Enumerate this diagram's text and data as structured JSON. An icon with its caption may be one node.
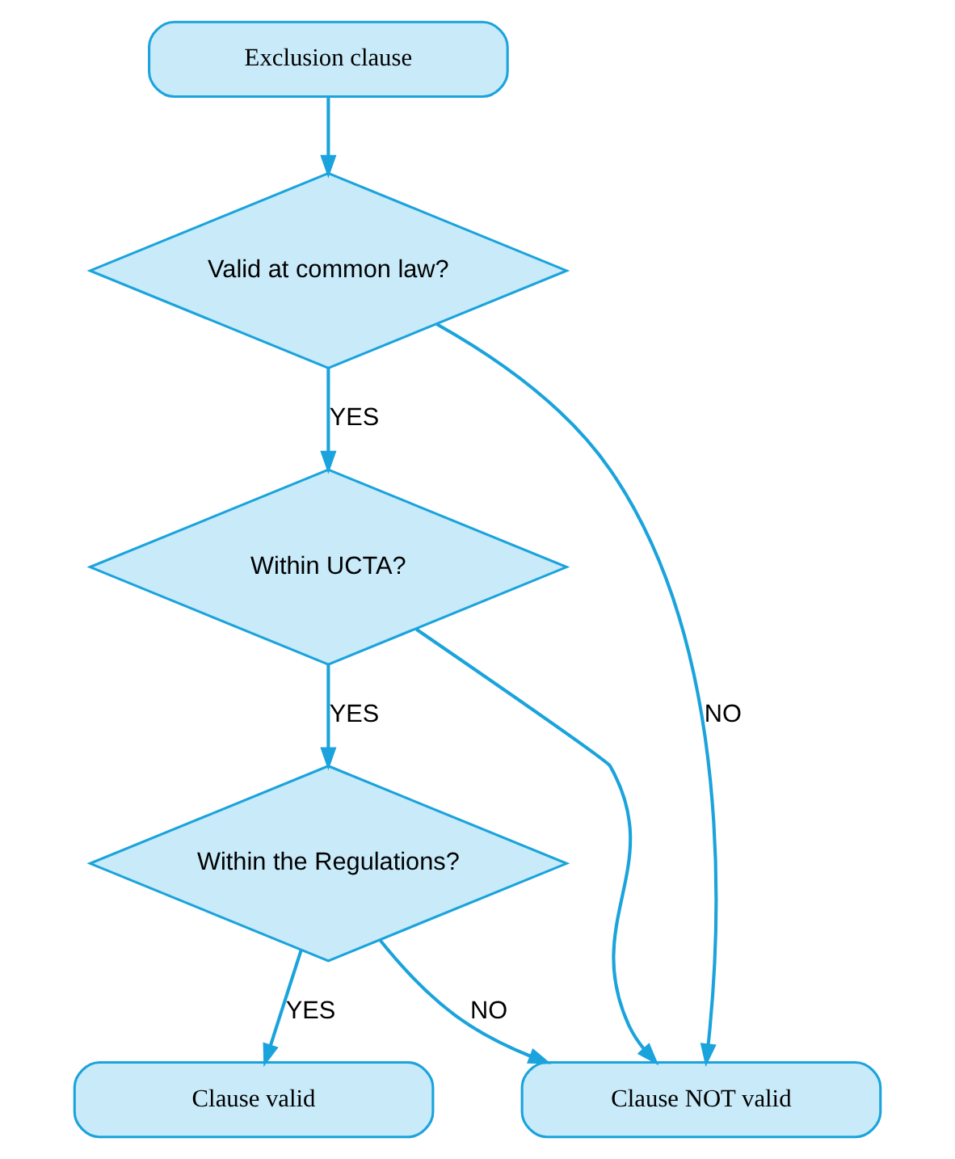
{
  "diagram": {
    "nodes": [
      {
        "text": [
          "Exclusion clause"
        ]
      },
      {
        "text": [
          "Valid at common law?"
        ]
      },
      {
        "text": [
          "Within UCTA?"
        ]
      },
      {
        "text": [
          "Within the Regulations?"
        ]
      },
      {
        "text": [
          "Clause valid"
        ]
      },
      {
        "text": [
          "Clause NOT valid"
        ]
      }
    ],
    "edges": [
      {
        "from": 0,
        "to": 1,
        "arrow": "to"
      },
      {
        "from": 1,
        "to": 2,
        "label": "YES",
        "arrow": "to"
      },
      {
        "from": 2,
        "to": 3,
        "label": "YES",
        "arrow": "to"
      },
      {
        "from": 3,
        "to": 4,
        "label": "YES",
        "arrow": "to"
      },
      {
        "from": 3,
        "to": 5,
        "label": "NO",
        "arrow": "to"
      },
      {
        "from": 1,
        "to": 5,
        "label": "NO",
        "arrow": "to"
      },
      {
        "from": 2,
        "to": 5,
        "arrow": "to"
      }
    ]
  }
}
